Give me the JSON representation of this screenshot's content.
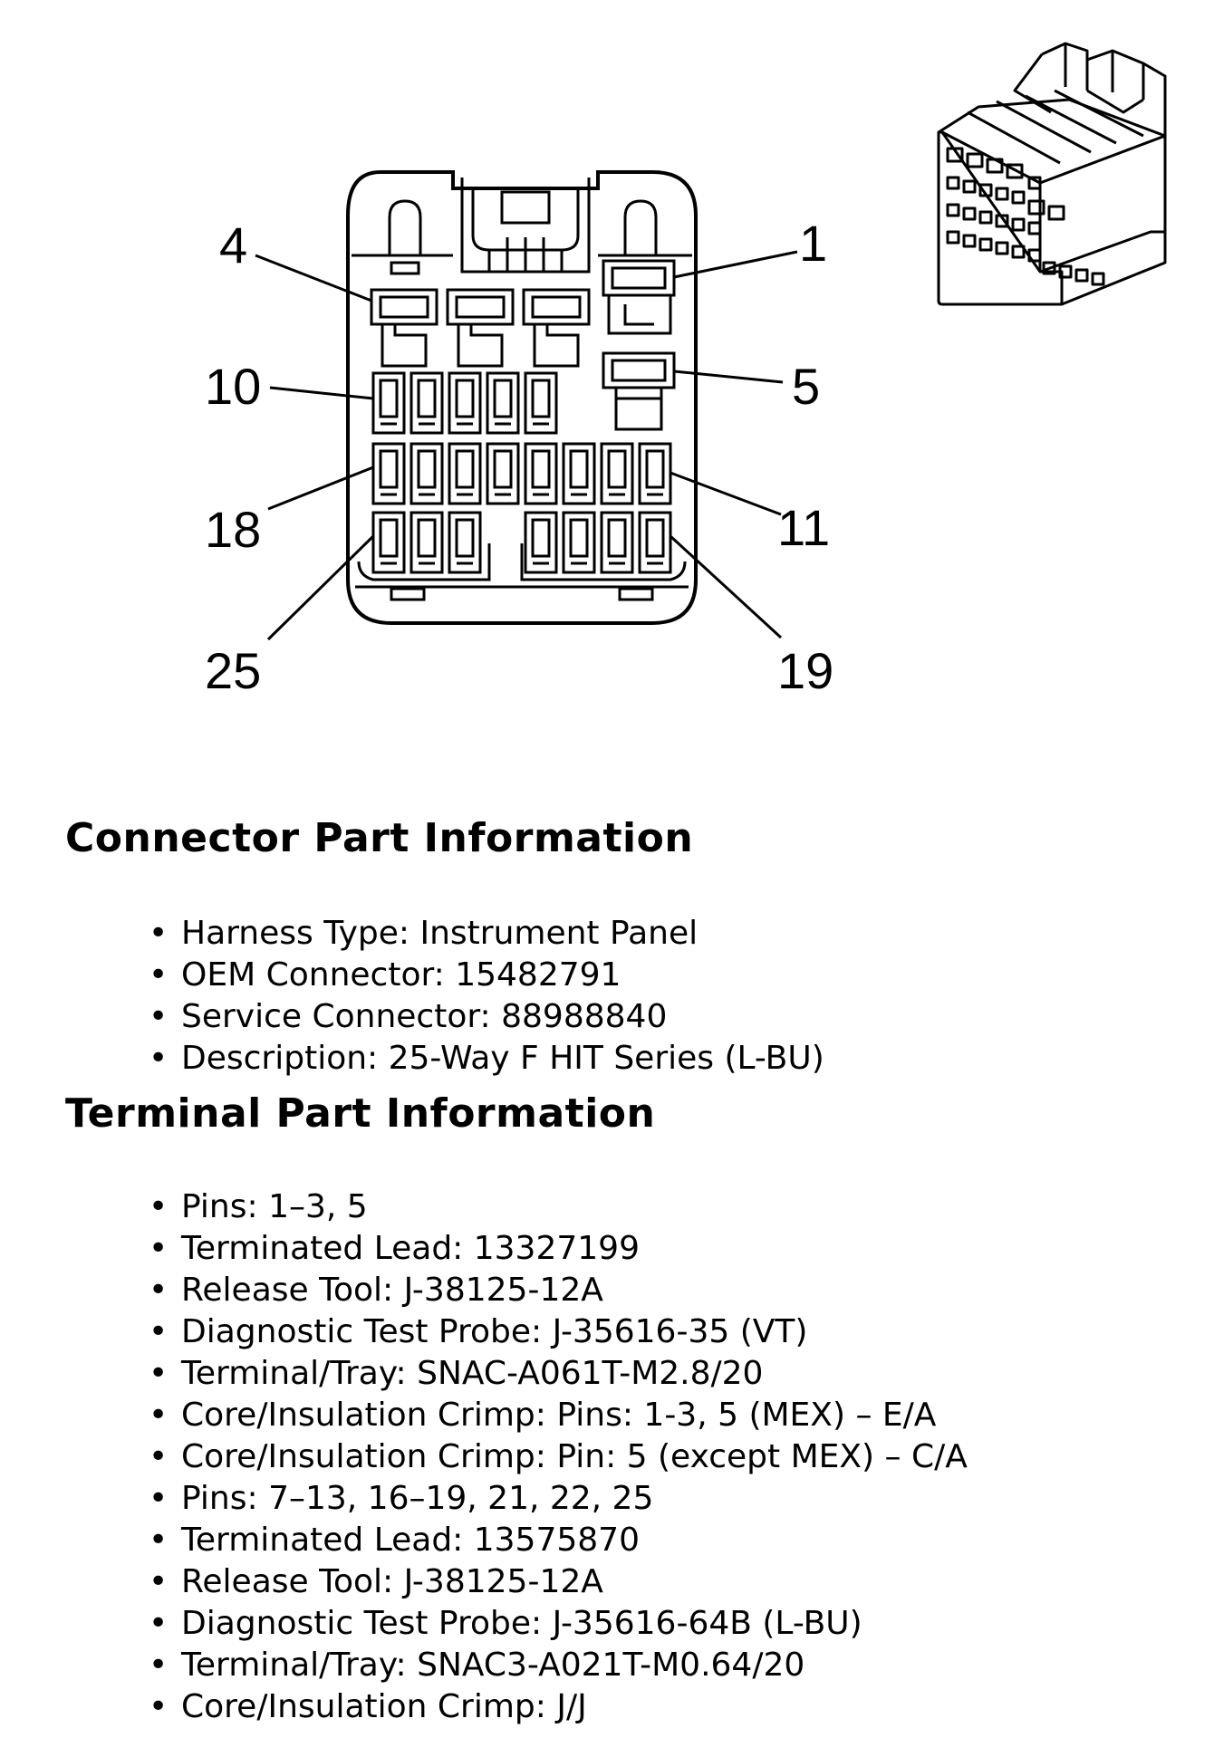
{
  "pin_labels": {
    "pin_4": "4",
    "pin_1": "1",
    "pin_10": "10",
    "pin_5": "5",
    "pin_18": "18",
    "pin_11": "11",
    "pin_25": "25",
    "pin_19": "19"
  },
  "connector_section": {
    "title": "Connector Part Information",
    "items": [
      "Harness Type: Instrument Panel",
      "OEM Connector: 15482791",
      "Service Connector: 88988840",
      "Description: 25-Way F HIT Series (L-BU)"
    ]
  },
  "terminal_section": {
    "title": "Terminal Part Information",
    "items": [
      "Pins: 1–3, 5",
      "Terminated Lead: 13327199",
      "Release Tool: J-38125-12A",
      "Diagnostic Test Probe: J-35616-35 (VT)",
      "Terminal/Tray: SNAC-A061T-M2.8/20",
      "Core/Insulation Crimp: Pins: 1-3, 5 (MEX) – E/A",
      "Core/Insulation Crimp: Pin: 5 (except MEX) – C/A",
      "Pins: 7–13, 16–19, 21, 22, 25",
      "Terminated Lead: 13575870",
      "Release Tool: J-38125-12A",
      "Diagnostic Test Probe: J-35616-64B (L-BU)",
      "Terminal/Tray: SNAC3-A021T-M0.64/20",
      "Core/Insulation Crimp: J/J"
    ]
  }
}
